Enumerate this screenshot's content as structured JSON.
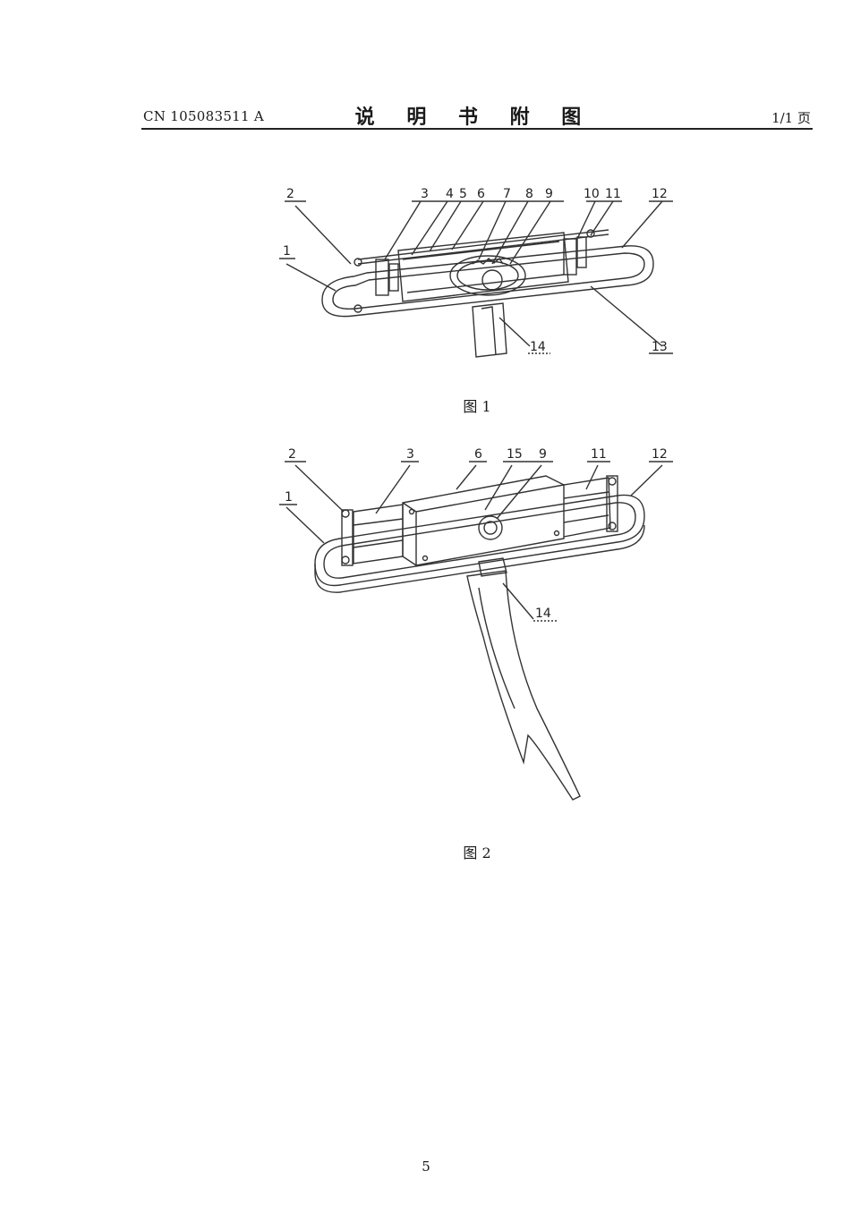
{
  "header": {
    "doc_number": "CN 105083511 A",
    "title": "说 明 书 附 图",
    "page_count": "1/1 页"
  },
  "figure1": {
    "caption": "图 1",
    "labels": [
      "2",
      "3",
      "4",
      "5",
      "6",
      "7",
      "8",
      "9",
      "10",
      "11",
      "12",
      "1",
      "14",
      "13"
    ]
  },
  "figure2": {
    "caption": "图 2",
    "labels": [
      "2",
      "3",
      "6",
      "15",
      "9",
      "11",
      "12",
      "1",
      "14"
    ]
  },
  "footer": {
    "page_number": "5"
  }
}
